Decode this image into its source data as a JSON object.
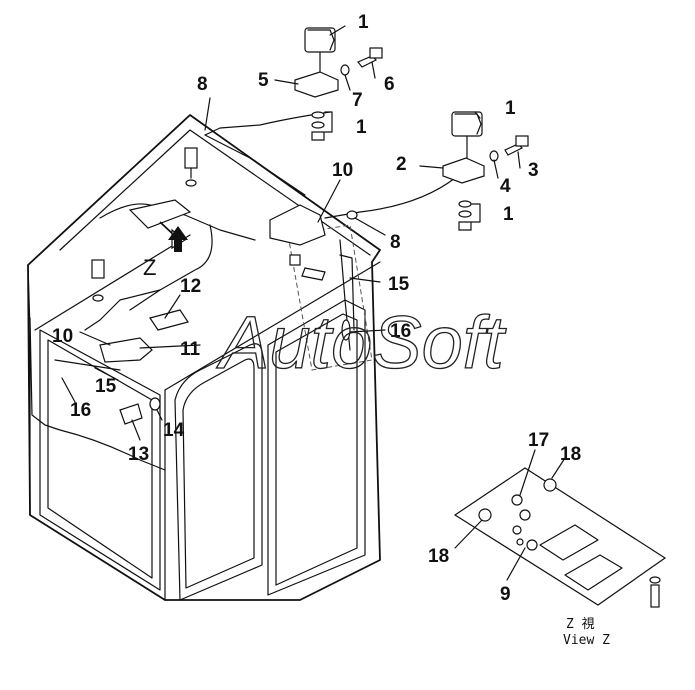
{
  "callouts": {
    "c1a": "1",
    "c1b": "1",
    "c1c": "1",
    "c1d": "1",
    "c2": "2",
    "c3": "3",
    "c4": "4",
    "c5": "5",
    "c6": "6",
    "c7": "7",
    "c8a": "8",
    "c8b": "8",
    "c9": "9",
    "c10a": "10",
    "c10b": "10",
    "c11": "11",
    "c12": "12",
    "c13": "13",
    "c14": "14",
    "c15a": "15",
    "c15b": "15",
    "c16a": "16",
    "c16b": "16",
    "c17": "17",
    "c18a": "18",
    "c18b": "18"
  },
  "view_arrow_label": "Z",
  "view_caption": {
    "line1": "Z 視",
    "line2": "View Z"
  },
  "watermark": "AutoSoft"
}
